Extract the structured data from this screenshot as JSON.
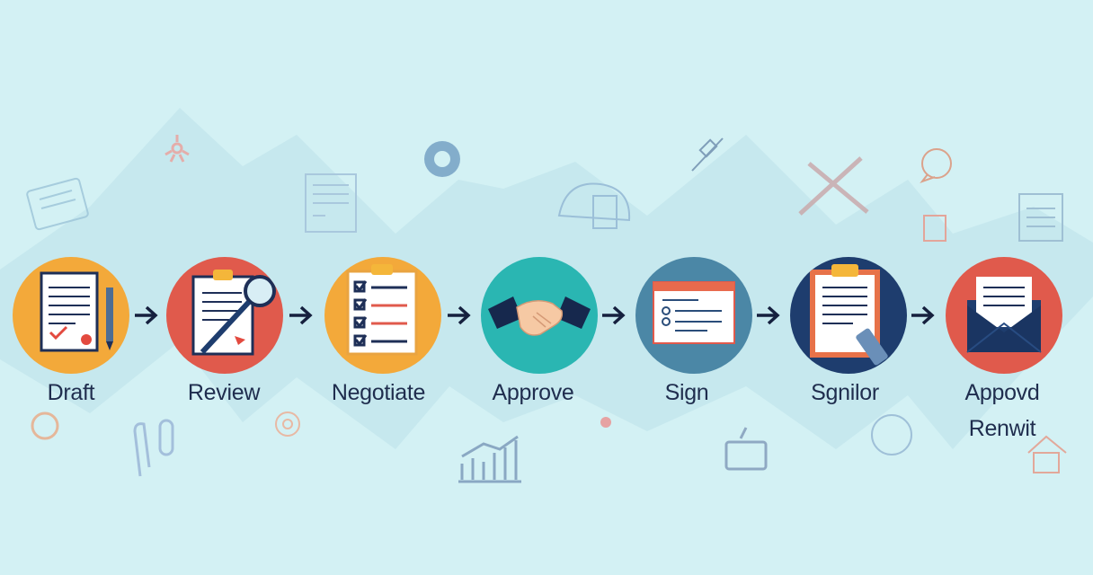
{
  "steps": [
    {
      "label": "Draft",
      "circle_color": "#f3a93a",
      "icon": "document-checklist-icon"
    },
    {
      "label": "Review",
      "circle_color": "#e05a4c",
      "icon": "magnifying-glass-clipboard-icon"
    },
    {
      "label": "Negotiate",
      "circle_color": "#f3a93a",
      "icon": "checklist-clipboard-icon"
    },
    {
      "label": "Approve",
      "circle_color": "#2ab6b2",
      "icon": "handshake-icon"
    },
    {
      "label": "Sign",
      "circle_color": "#4b87a6",
      "icon": "browser-window-checklist-icon"
    },
    {
      "label": "Sgnilor",
      "circle_color": "#1e3d6e",
      "icon": "clipboard-pen-icon"
    },
    {
      "label": "Appovd",
      "label2": "Renwit",
      "circle_color": "#e05a4c",
      "icon": "envelope-letter-icon"
    }
  ],
  "colors": {
    "background": "#d3f1f4",
    "text": "#1f2d4e",
    "arrow": "#15203e"
  }
}
